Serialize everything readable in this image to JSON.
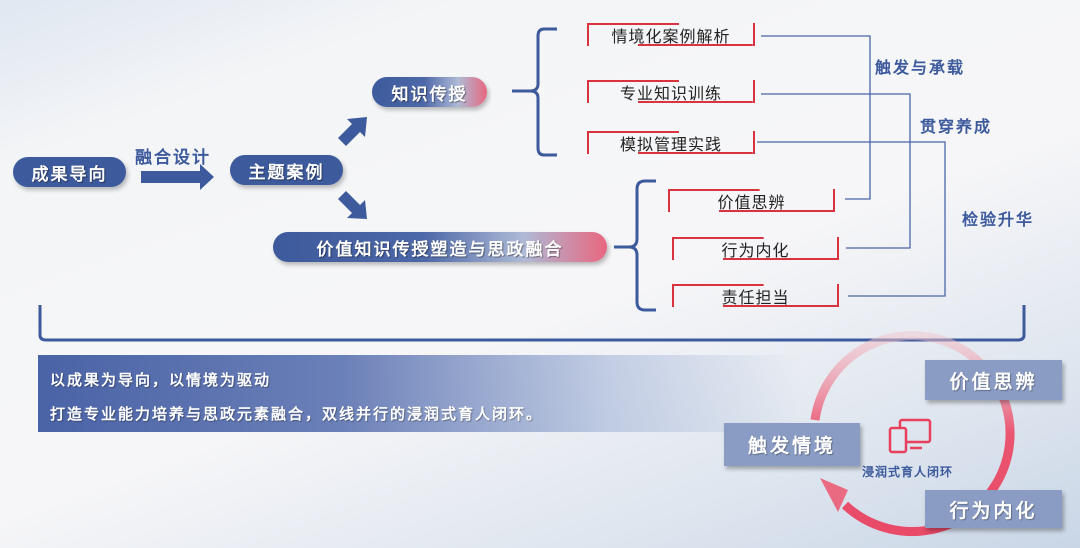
{
  "flow": {
    "start": "成果导向",
    "design_label": "融合设计",
    "theme": "主题案例",
    "knowledge": "知识传授",
    "value": "价值知识传授塑造与思政融合"
  },
  "knowledge_items": [
    "情境化案例解析",
    "专业知识训练",
    "模拟管理实践"
  ],
  "value_items": [
    "价值思辨",
    "行为内化",
    "责任担当"
  ],
  "links": [
    "触发与承载",
    "贯穿养成",
    "检验升华"
  ],
  "banner": {
    "line1": "以成果为导向，以情境为驱动",
    "line2": "打造专业能力培养与思政元素融合，双线并行的浸润式育人闭环。"
  },
  "cycle": {
    "center": "浸润式育人闭环",
    "top": "价值思辨",
    "left": "触发情境",
    "bottom": "行为内化"
  },
  "colors": {
    "blue": "#3d5a9c",
    "red": "#d9333f",
    "pink": "#e8677f"
  }
}
